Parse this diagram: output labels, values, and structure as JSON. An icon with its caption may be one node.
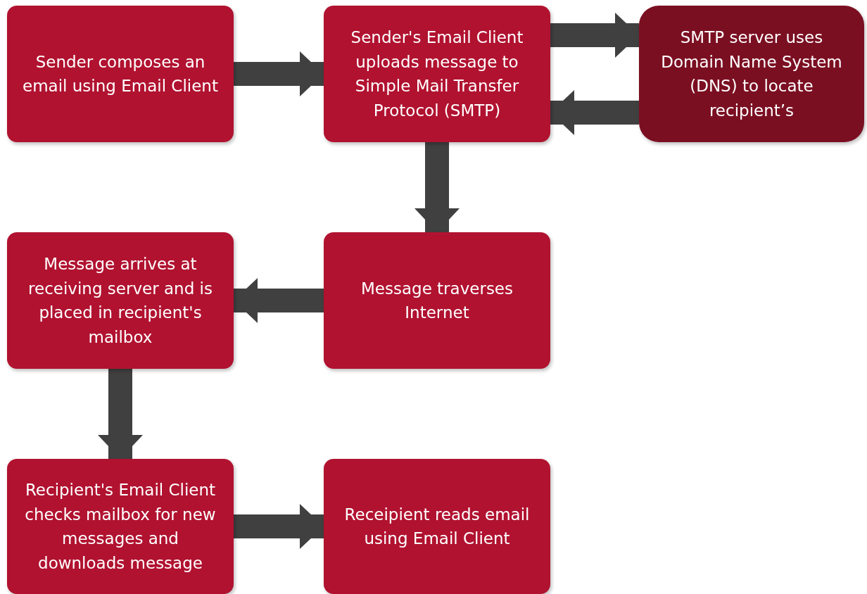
{
  "diagram": {
    "nodes": [
      {
        "text": [
          "Sender composes an email using Email Client"
        ]
      },
      {
        "text": [
          "Sender's Email Client uploads message to Simple Mail Transfer Protocol (SMTP)"
        ]
      },
      {
        "text": [
          "SMTP server uses Domain Name System (DNS) to locate recipient’s"
        ]
      },
      {
        "text": [
          "Message traverses Internet"
        ]
      },
      {
        "text": [
          "Message arrives at receiving server and is placed in recipient's mailbox"
        ]
      },
      {
        "text": [
          "Recipient's Email Client checks mailbox for new messages and downloads message"
        ]
      },
      {
        "text": [
          "Receipient reads email using Email Client"
        ]
      }
    ],
    "edges": [
      {
        "from": 0,
        "to": 1,
        "arrow": "to"
      },
      {
        "from": 1,
        "to": 2,
        "arrow": "to"
      },
      {
        "from": 2,
        "to": 1,
        "arrow": "to"
      },
      {
        "from": 1,
        "to": 3,
        "arrow": "to"
      },
      {
        "from": 3,
        "to": 4,
        "arrow": "to"
      },
      {
        "from": 4,
        "to": 5,
        "arrow": "to"
      },
      {
        "from": 5,
        "to": 6,
        "arrow": "to"
      }
    ]
  }
}
